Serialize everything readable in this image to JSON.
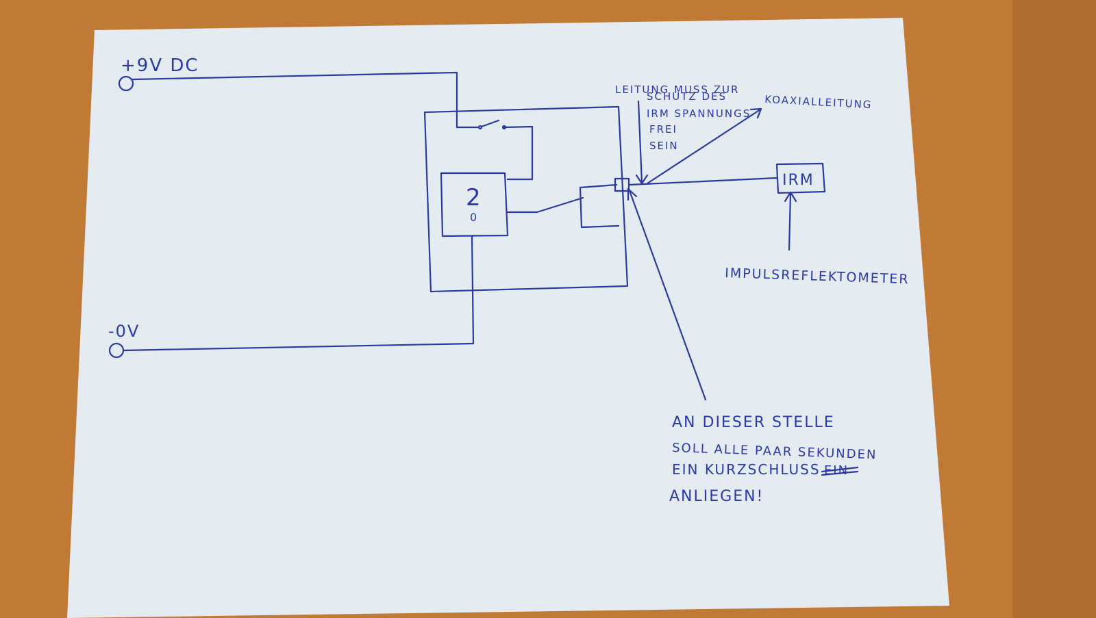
{
  "diagram": {
    "colors": {
      "background": "#c07a35",
      "paper": "#e4ebf1",
      "ink": "#2b3a9e"
    },
    "terminals": {
      "positive_label": "+9V DC",
      "negative_label": "-0V"
    },
    "timer_block": {
      "label_top": "2",
      "label_bottom": "0"
    },
    "irm_box": {
      "label": "IRM"
    },
    "annotations": {
      "shield_note": [
        "LEITUNG MUSS ZUR",
        "SCHUTZ DES",
        "IRM SPANNUNGS",
        "FREI",
        "SEIN"
      ],
      "coax_label": "KOAXIALLEITUNG",
      "irm_full_name": "IMPULSREFLEKTOMETER",
      "short_note": [
        "AN DIESER STELLE",
        "SOLL ALLE PAAR SEKUNDEN",
        "EIN KURZSCHLUSS",
        "ANLIEGEN!"
      ],
      "strikethrough_word": "EIN"
    }
  }
}
